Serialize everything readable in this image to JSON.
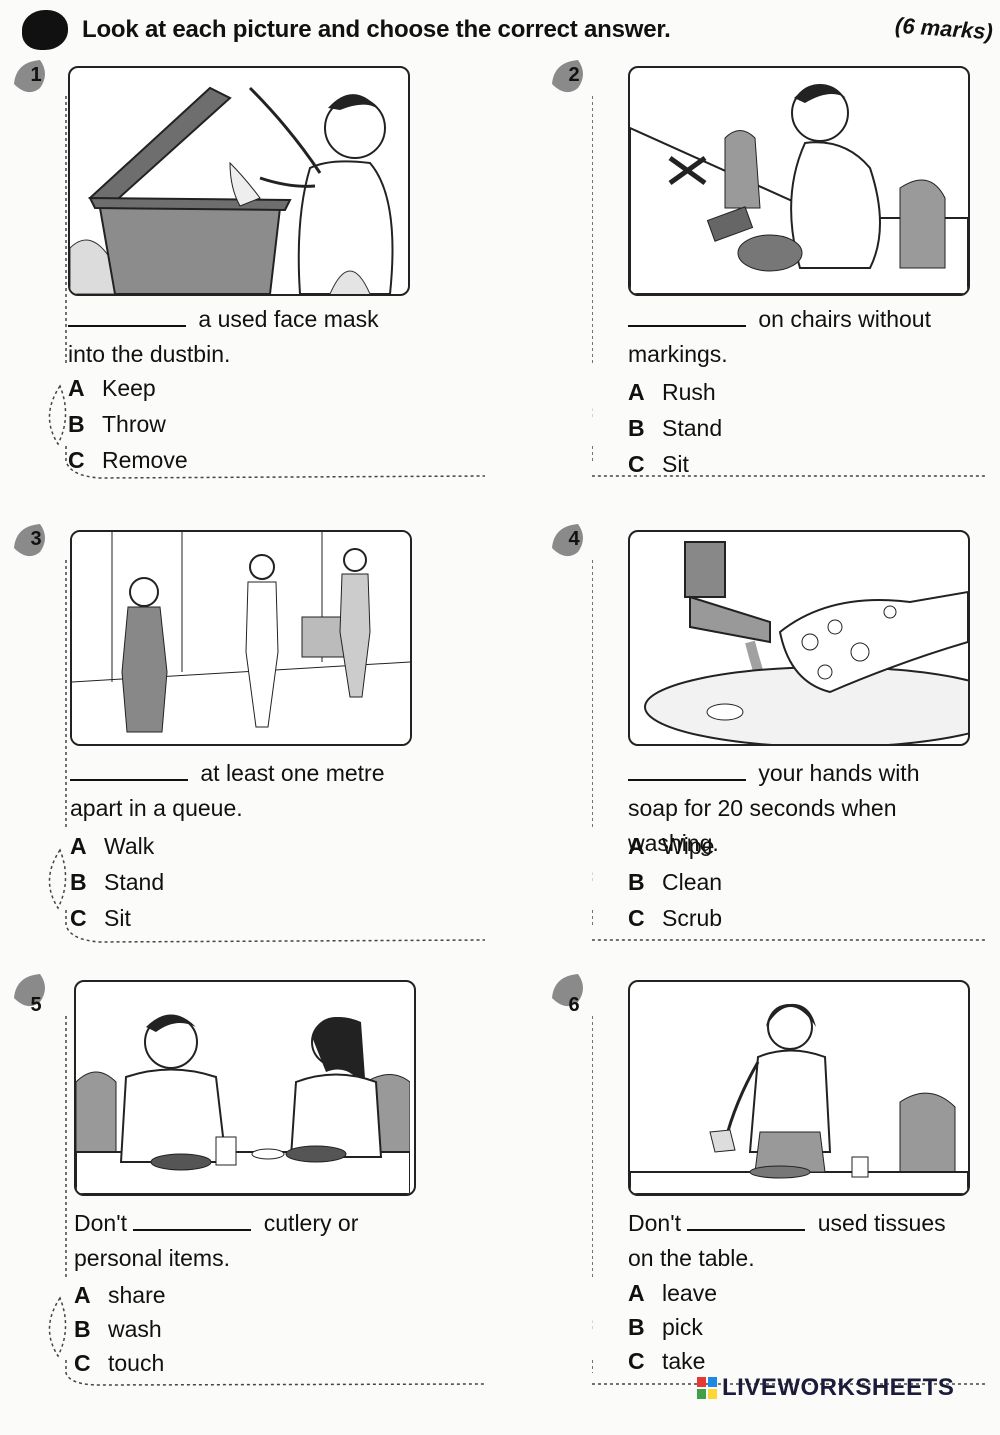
{
  "header": {
    "title": "Look at each picture and choose the correct answer.",
    "marks": "(6 marks)"
  },
  "questions": [
    {
      "number": "1",
      "before": "",
      "after": " a used face mask into the dustbin.",
      "options": [
        {
          "letter": "A",
          "text": "Keep"
        },
        {
          "letter": "B",
          "text": "Throw"
        },
        {
          "letter": "C",
          "text": "Remove"
        }
      ]
    },
    {
      "number": "2",
      "before": "",
      "after": " on chairs without markings.",
      "options": [
        {
          "letter": "A",
          "text": "Rush"
        },
        {
          "letter": "B",
          "text": "Stand"
        },
        {
          "letter": "C",
          "text": "Sit"
        }
      ]
    },
    {
      "number": "3",
      "before": "",
      "after": " at least one metre apart in a queue.",
      "options": [
        {
          "letter": "A",
          "text": "Walk"
        },
        {
          "letter": "B",
          "text": "Stand"
        },
        {
          "letter": "C",
          "text": "Sit"
        }
      ]
    },
    {
      "number": "4",
      "before": "",
      "after": " your hands with soap for 20 seconds when washing.",
      "options": [
        {
          "letter": "A",
          "text": "Wipe"
        },
        {
          "letter": "B",
          "text": "Clean"
        },
        {
          "letter": "C",
          "text": "Scrub"
        }
      ]
    },
    {
      "number": "5",
      "before": "Don't ",
      "after": " cutlery or personal items.",
      "options": [
        {
          "letter": "A",
          "text": "share"
        },
        {
          "letter": "B",
          "text": "wash"
        },
        {
          "letter": "C",
          "text": "touch"
        }
      ]
    },
    {
      "number": "6",
      "before": "Don't ",
      "after": " used tissues on the table.",
      "options": [
        {
          "letter": "A",
          "text": "leave"
        },
        {
          "letter": "B",
          "text": "pick"
        },
        {
          "letter": "C",
          "text": "take"
        }
      ]
    }
  ],
  "footer": {
    "logo_text": "LIVEWORKSHEETS"
  }
}
